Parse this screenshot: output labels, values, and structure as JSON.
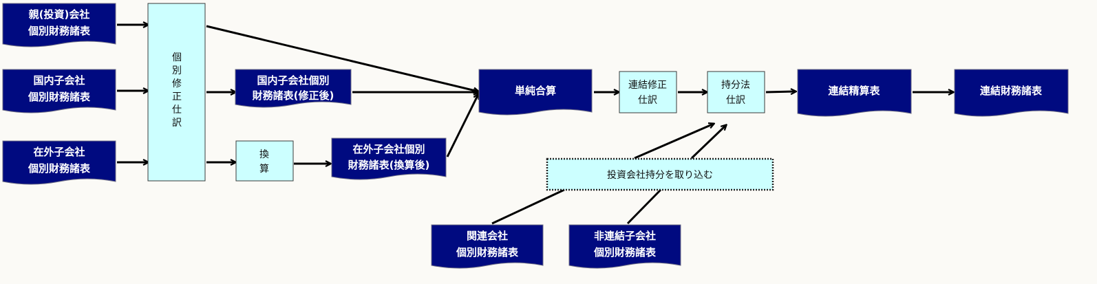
{
  "diagram": {
    "documents": {
      "parent": [
        "親(投資)会社",
        "個別財務諸表"
      ],
      "domestic_sub": [
        "国内子会社",
        "個別財務諸表"
      ],
      "foreign_sub": [
        "在外子会社",
        "個別財務諸表"
      ],
      "domestic_adjusted": [
        "国内子会社個別",
        "財務諸表(修正後)"
      ],
      "foreign_converted": [
        "在外子会社個別",
        "財務諸表(換算後)"
      ],
      "simple_sum": [
        "単純合算"
      ],
      "consolidation_worksheet": [
        "連結精算表"
      ],
      "consolidated_fs": [
        "連結財務諸表"
      ],
      "affiliate": [
        "関連会社",
        "個別財務諸表"
      ],
      "unconsolidated_sub": [
        "非連結子会社",
        "個別財務諸表"
      ]
    },
    "processes": {
      "individual_adjustment": [
        "個",
        "別",
        "修",
        "正",
        "仕",
        "訳"
      ],
      "conversion": [
        "換",
        "算"
      ],
      "consolidation_adjustment": [
        "連結修正",
        "仕訳"
      ],
      "equity_method": [
        "持分法",
        "仕訳"
      ],
      "investor_share": [
        "投資会社持分を取り込む"
      ]
    }
  }
}
